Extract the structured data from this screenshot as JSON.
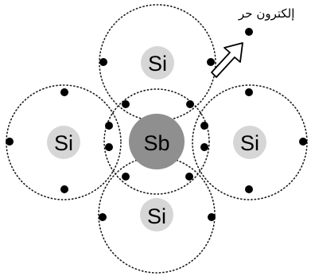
{
  "diagram": {
    "atoms": {
      "center": {
        "symbol": "Sb"
      },
      "top": {
        "symbol": "Si"
      },
      "left": {
        "symbol": "Si"
      },
      "right": {
        "symbol": "Si"
      },
      "bottom": {
        "symbol": "Si"
      }
    },
    "free_electron_label": "إلكترون حر",
    "colors": {
      "si_nucleus": "#d6d6d6",
      "sb_nucleus": "#8f8f8f",
      "electron": "#000000",
      "orbit": "#1a1a1a"
    }
  }
}
